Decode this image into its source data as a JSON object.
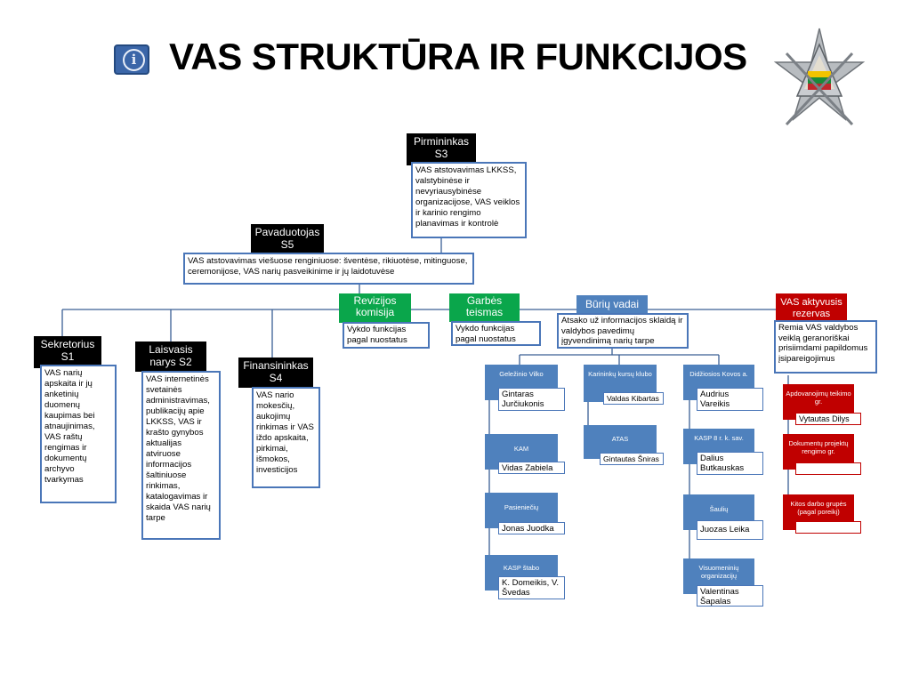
{
  "title": "VAS STRUKTŪRA IR FUNKCIJOS",
  "icons": {
    "info": "info-icon",
    "logo": "emblem-logo"
  },
  "chairman": {
    "role": "Pirmininkas S3",
    "role_line1": "Pirmininkas",
    "role_line2": "S3",
    "description": "VAS atstovavimas LKKSS, valstybinėse ir nevyriausybinėse organizacijose, VAS veiklos ir karinio rengimo planavimas ir kontrolė"
  },
  "deputy": {
    "role_line1": "Pavaduotojas",
    "role_line2": "S5",
    "description": "VAS atstovavimas viešuose renginiuose: šventėse, rikiuotėse, mitinguose, ceremonijose, VAS narių pasveikinime ir jų laidotuvėse"
  },
  "secretary": {
    "role_line1": "Sekretorius",
    "role_line2": "S1",
    "description": "VAS narių apskaita ir jų anketinių duomenų kaupimas bei atnaujinimas, VAS raštų rengimas ir dokumentų archyvo tvarkymas"
  },
  "free_member": {
    "role_line1": "Laisvasis",
    "role_line2": "narys S2",
    "description": "VAS internetinės svetainės administravimas, publikacijų apie LKKSS, VAS ir krašto gynybos aktualijas atviruose informacijos šaltiniuose rinkimas, katalogavimas ir skaida VAS narių tarpe"
  },
  "treasurer": {
    "role_line1": "Finansininkas",
    "role_line2": "S4",
    "description": "VAS nario mokesčių, aukojimų rinkimas ir VAS iždo apskaita, pirkimai, išmokos, investicijos"
  },
  "audit": {
    "role_line1": "Revizijos",
    "role_line2": "komisija",
    "description": "Vykdo funkcijas pagal nuostatus"
  },
  "honor": {
    "role_line1": "Garbės",
    "role_line2": "teismas",
    "description": "Vykdo funkcijas pagal nuostatus"
  },
  "units": {
    "role": "Būrių vadai",
    "description": "Atsako už informacijos sklaidą ir valdybos pavedimų įgyvendinimą narių tarpe",
    "col1": [
      {
        "label": "Geležinio Vilko",
        "leader": "Gintaras Jurčiukonis"
      },
      {
        "label": "KAM",
        "leader": "Vidas Zabiela"
      },
      {
        "label": "Pasieniečių",
        "leader": "Jonas Juodka"
      },
      {
        "label": "KASP štabo",
        "leader": "K. Domeikis, V. Švedas"
      }
    ],
    "col2": [
      {
        "label": "Karininkų kursų klubo",
        "leader": "Valdas Kibartas"
      },
      {
        "label": "ATAS",
        "leader": "Gintautas Šniras"
      }
    ],
    "col3": [
      {
        "label": "Didžiosios Kovos a.",
        "leader": "Audrius Vareikis"
      },
      {
        "label": "KASP 8 r. k. sav.",
        "leader": "Dalius Butkauskas"
      },
      {
        "label": "Šaulių",
        "leader": "Juozas Leika"
      },
      {
        "label": "Visuomeninių organizacijų",
        "leader": "Valentinas Šapalas"
      }
    ]
  },
  "active_reserve": {
    "role_line1": "VAS aktyvusis",
    "role_line2": "rezervas",
    "description": "Remia VAS valdybos veiklą geranoriškai prisiimdami papildomus įsipareigojimus",
    "groups": [
      {
        "label": "Apdovanojimų teikimo gr.",
        "leader": "Vytautas Dilys"
      },
      {
        "label": "Dokumentų projektų rengimo gr.",
        "leader": ""
      },
      {
        "label": "Kitos darbo grupės (pagal poreikį)",
        "leader": ""
      }
    ]
  },
  "colors": {
    "dark": "#000000",
    "green": "#0aa64b",
    "blue": "#4f81bd",
    "red": "#c00000",
    "border": "#4a76b8"
  }
}
